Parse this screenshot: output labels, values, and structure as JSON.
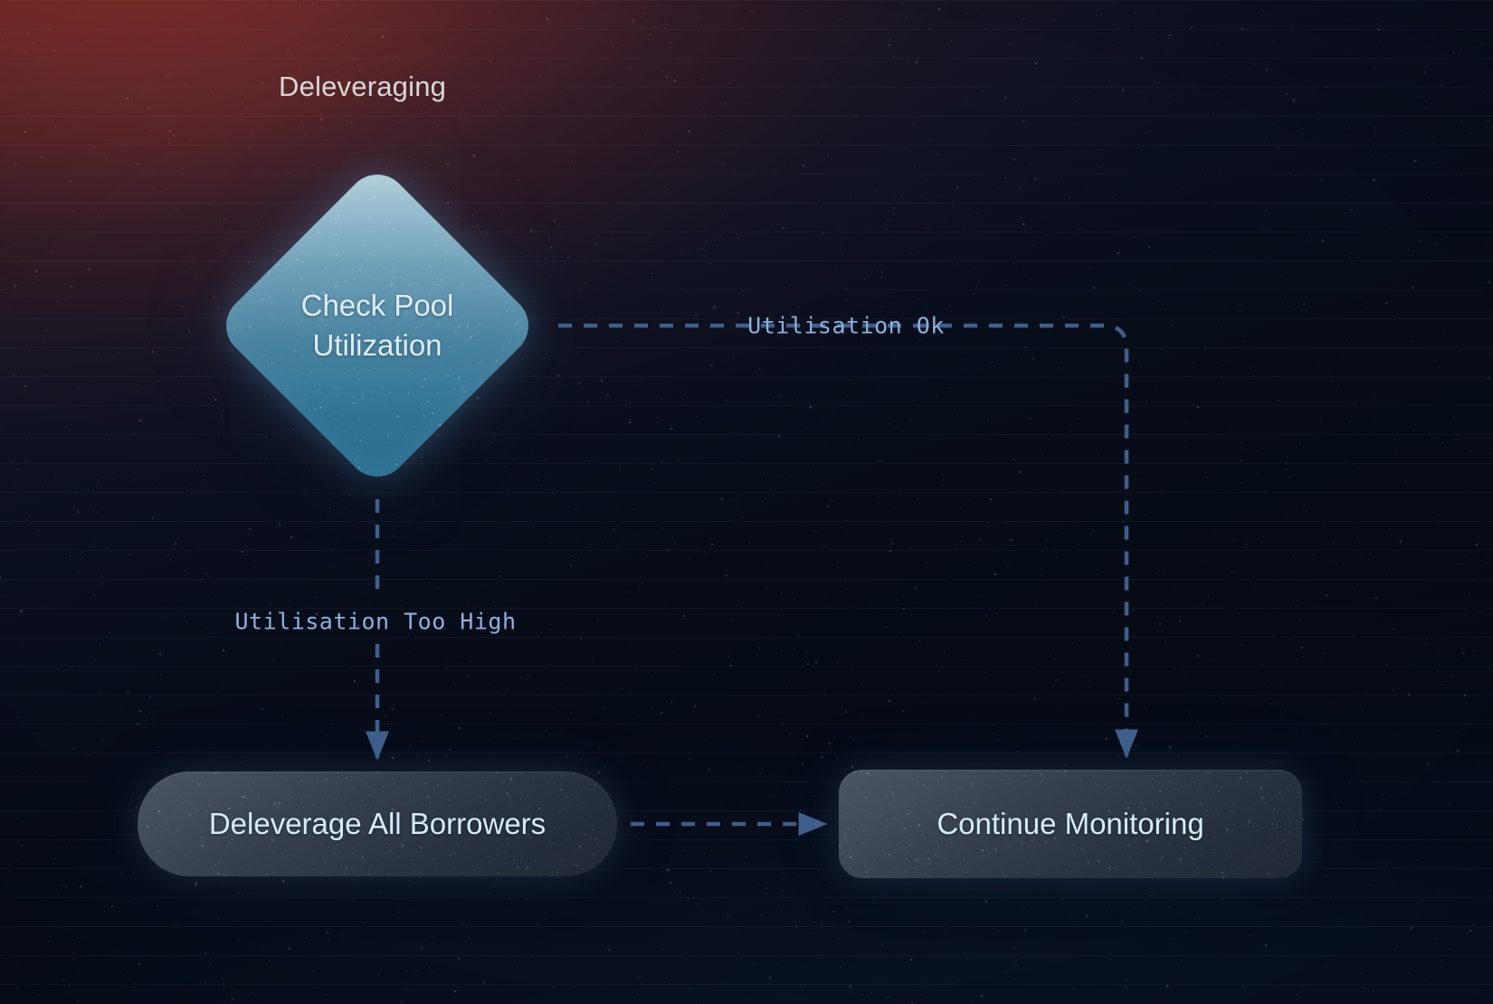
{
  "diagram": {
    "title": "Deleveraging",
    "type": "flowchart",
    "orientation": "top-down",
    "colors": {
      "background_top_left_glow": "#963430",
      "background_base": "#070c18",
      "decision_node_fill_light": "#bcd4de",
      "decision_node_fill_dark": "#2b6f92",
      "decision_node_text": "#ddeefb",
      "process_node_fill_light": "#4c5663",
      "process_node_fill_dark": "#202834",
      "process_node_text": "#d4ecfb",
      "edge_stroke": "#3f5f8c",
      "edge_label_text": "#8fb0de",
      "title_text": "#d9d7d6",
      "scanline": "#becde6"
    },
    "nodes": [
      {
        "id": "check-pool-utilization",
        "shape": "diamond",
        "label": "Check Pool\nUtilization",
        "label_line1": "Check Pool",
        "label_line2": "Utilization"
      },
      {
        "id": "deleverage-all-borrowers",
        "shape": "pill",
        "label": "Deleverage All Borrowers"
      },
      {
        "id": "continue-monitoring",
        "shape": "rounded-rect",
        "label": "Continue Monitoring"
      }
    ],
    "edges": [
      {
        "id": "edge-utilisation-ok",
        "from": "check-pool-utilization",
        "to": "continue-monitoring",
        "label": "Utilisation Ok",
        "style": "dashed",
        "arrowhead": true
      },
      {
        "id": "edge-utilisation-too-high",
        "from": "check-pool-utilization",
        "to": "deleverage-all-borrowers",
        "label": "Utilisation Too High",
        "style": "dashed",
        "arrowhead": true
      },
      {
        "id": "edge-deleverage-to-monitor",
        "from": "deleverage-all-borrowers",
        "to": "continue-monitoring",
        "label": "",
        "style": "dashed",
        "arrowhead": true
      }
    ]
  }
}
